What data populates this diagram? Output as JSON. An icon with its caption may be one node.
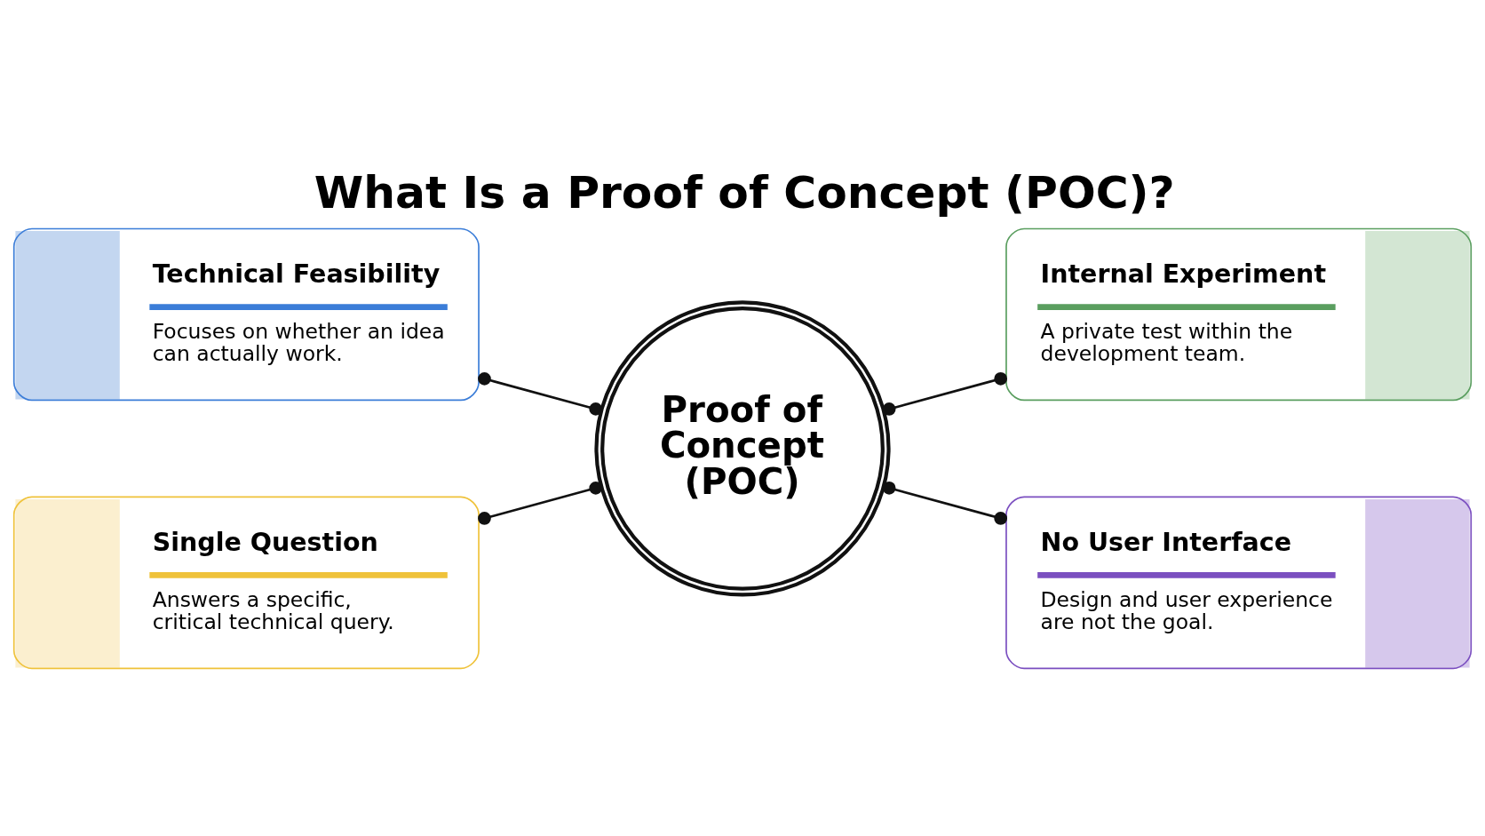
{
  "diagram": {
    "title": "What Is a Proof of Concept (POC)?",
    "nodes": [
      {
        "text": [
          "Technical Feasibility",
          "Focuses on whether an idea can actually work."
        ]
      },
      {
        "text": [
          "Proof of Concept (POC)"
        ]
      },
      {
        "text": [
          "Internal Experiment",
          "A private test within the development team."
        ]
      },
      {
        "text": [
          "Single Question",
          "Answers a specific, critical technical query."
        ]
      },
      {
        "text": [
          "No User Interface",
          "Design and user experience are not the goal."
        ]
      }
    ],
    "edges": [
      {
        "from": 0,
        "to": 1,
        "arrow": "other"
      },
      {
        "from": 1,
        "to": 2,
        "arrow": "other"
      },
      {
        "from": 3,
        "to": 1,
        "arrow": "other"
      },
      {
        "from": 1,
        "to": 4,
        "arrow": "other"
      }
    ]
  }
}
